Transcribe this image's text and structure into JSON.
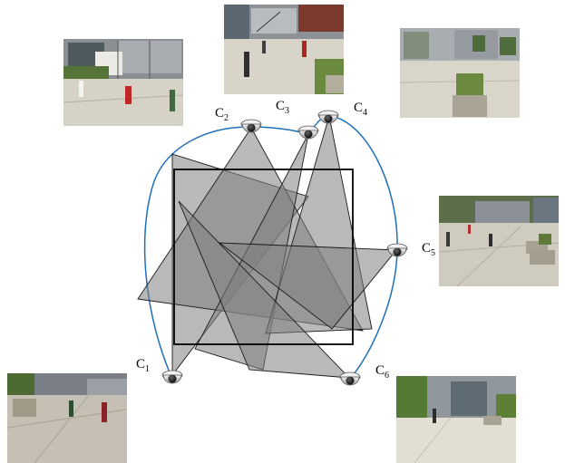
{
  "cameras": [
    {
      "id": "c1",
      "letter": "C",
      "sub": "1"
    },
    {
      "id": "c2",
      "letter": "C",
      "sub": "2"
    },
    {
      "id": "c3",
      "letter": "C",
      "sub": "3"
    },
    {
      "id": "c4",
      "letter": "C",
      "sub": "4"
    },
    {
      "id": "c5",
      "letter": "C",
      "sub": "5"
    },
    {
      "id": "c6",
      "letter": "C",
      "sub": "6"
    }
  ],
  "colors": {
    "network_link": "#1f6fb8",
    "fov_fill": "#808080",
    "fov_stroke": "#1a1a1a",
    "room_outline": "#000000",
    "pavement": "#c9c4b8",
    "grass": "#5d7a3c",
    "building": "#7b7f86"
  },
  "icons": {
    "camera": "dome-camera-icon",
    "view": "surveillance-view-thumbnail"
  }
}
